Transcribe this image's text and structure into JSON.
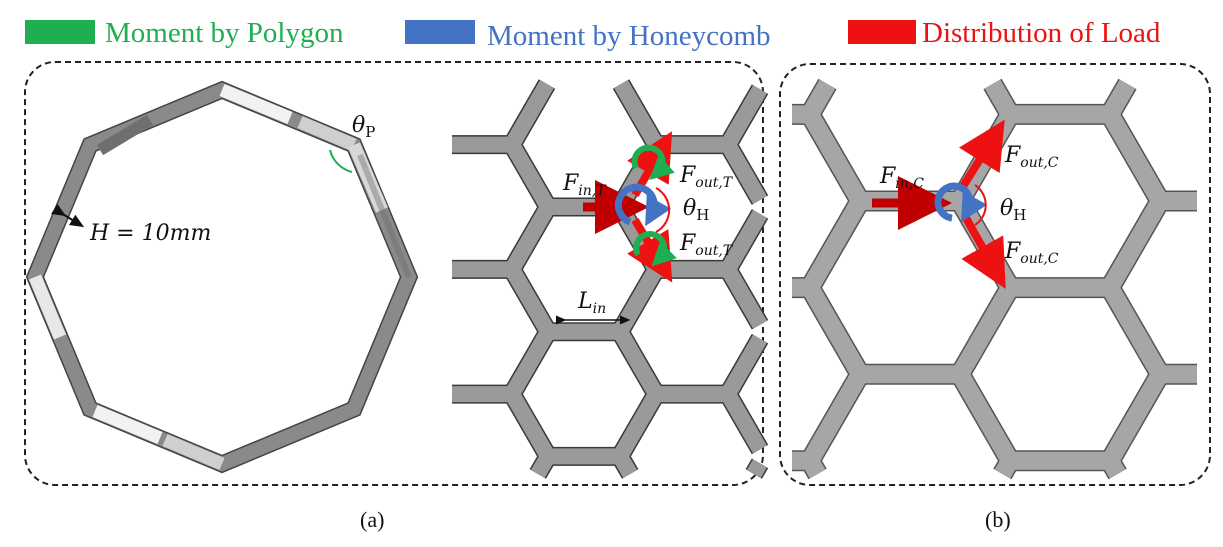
{
  "legend": [
    {
      "label": "Moment by Polygon",
      "color": "#1fae52"
    },
    {
      "label": "Moment by Honeycomb",
      "color": "#4472c4"
    },
    {
      "label": "Distribution of Load",
      "color": "#ee1111"
    }
  ],
  "panel_a": {
    "caption": "(a)",
    "thickness_label": {
      "main": "H = 10",
      "unit": "mm"
    },
    "polygon_angle": {
      "main": "θ",
      "sub": "P"
    },
    "honeycomb_angle": {
      "main": "θ",
      "sub": "H"
    },
    "force_in": {
      "main": "F",
      "sub": "in,T"
    },
    "force_out_top": {
      "main": "F",
      "sub": "out,T"
    },
    "force_out_bottom": {
      "main": "F",
      "sub": "out,T"
    },
    "length_label": {
      "main": "L",
      "sub": "in"
    }
  },
  "panel_b": {
    "caption": "(b)",
    "force_in": {
      "main": "F",
      "sub": "in,C"
    },
    "force_out_top": {
      "main": "F",
      "sub": "out,C"
    },
    "force_out_bottom": {
      "main": "F",
      "sub": "out,C"
    },
    "honeycomb_angle": {
      "main": "θ",
      "sub": "H"
    }
  },
  "colors": {
    "load_in": "#c00000",
    "load_out": "#ee1111",
    "strut": "#a6a6a6",
    "strut_edge": "#555555"
  }
}
